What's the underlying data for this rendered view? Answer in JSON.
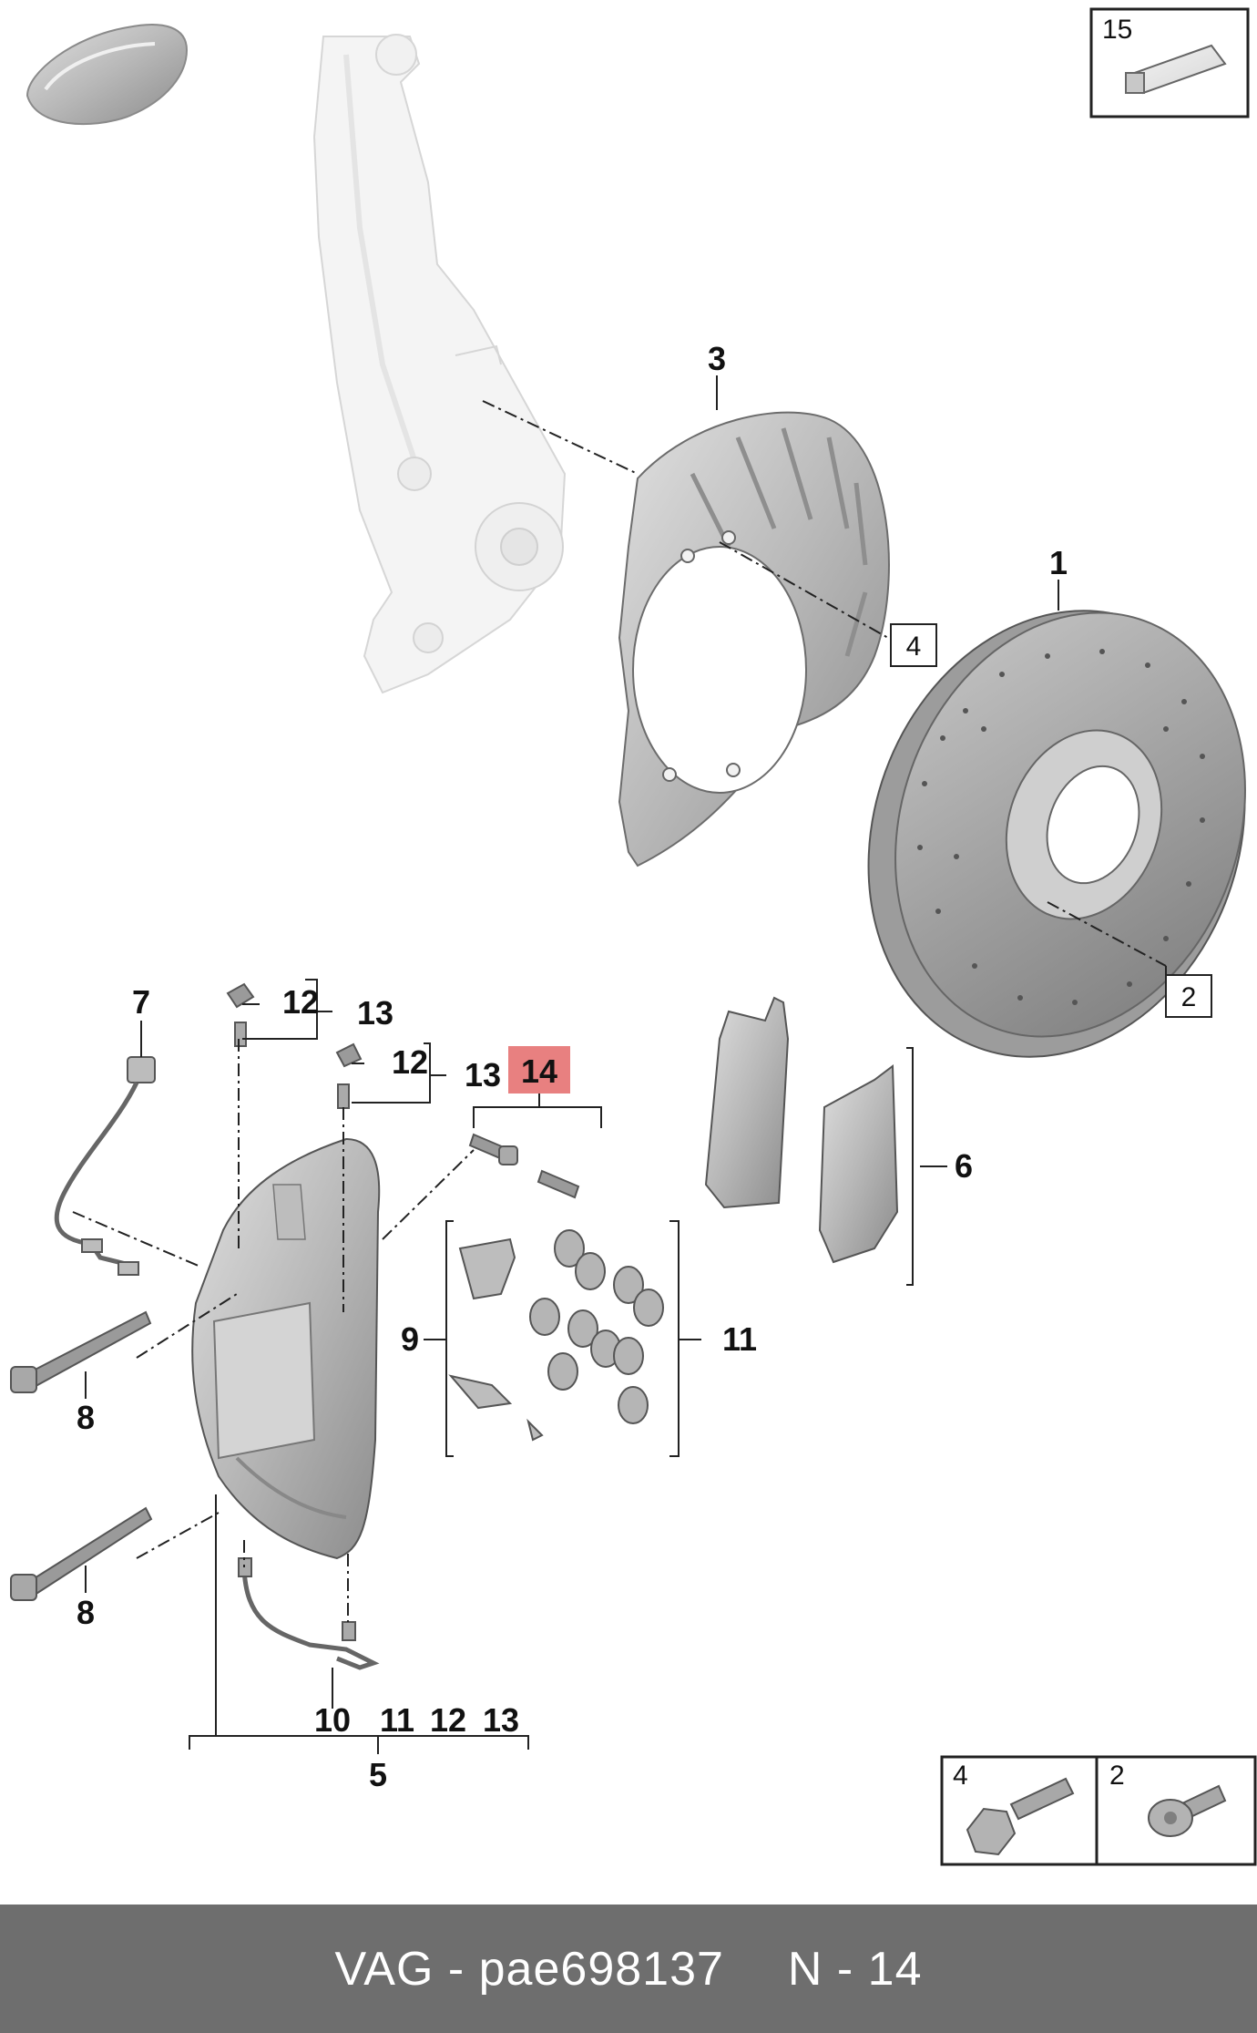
{
  "diagram": {
    "labels": {
      "disc": "1",
      "disc_screw": "2",
      "shield": "3",
      "shield_bolt": "4",
      "caliper": "5",
      "pads": "6",
      "sensor": "7",
      "caliper_bolt_top": "8",
      "caliper_bolt_bottom": "8",
      "spring_kit": "9",
      "caliper_group_10": "10",
      "caliper_group_11": "11",
      "caliper_group_12": "12",
      "caliper_group_13": "13",
      "seal_kit": "11",
      "bleeder_cap_top": "12",
      "bleeder_valve_top": "13",
      "bleeder_cap_mid": "12",
      "bleeder_valve_mid": "13",
      "guide_pins": "14",
      "paste": "15",
      "hose": "10"
    },
    "insets": {
      "paste": "15",
      "bolt": "4",
      "screw": "2"
    },
    "highlight_color": "#e88080"
  },
  "footer": {
    "brand_part": "VAG - pae698137",
    "page": "N - 14"
  }
}
